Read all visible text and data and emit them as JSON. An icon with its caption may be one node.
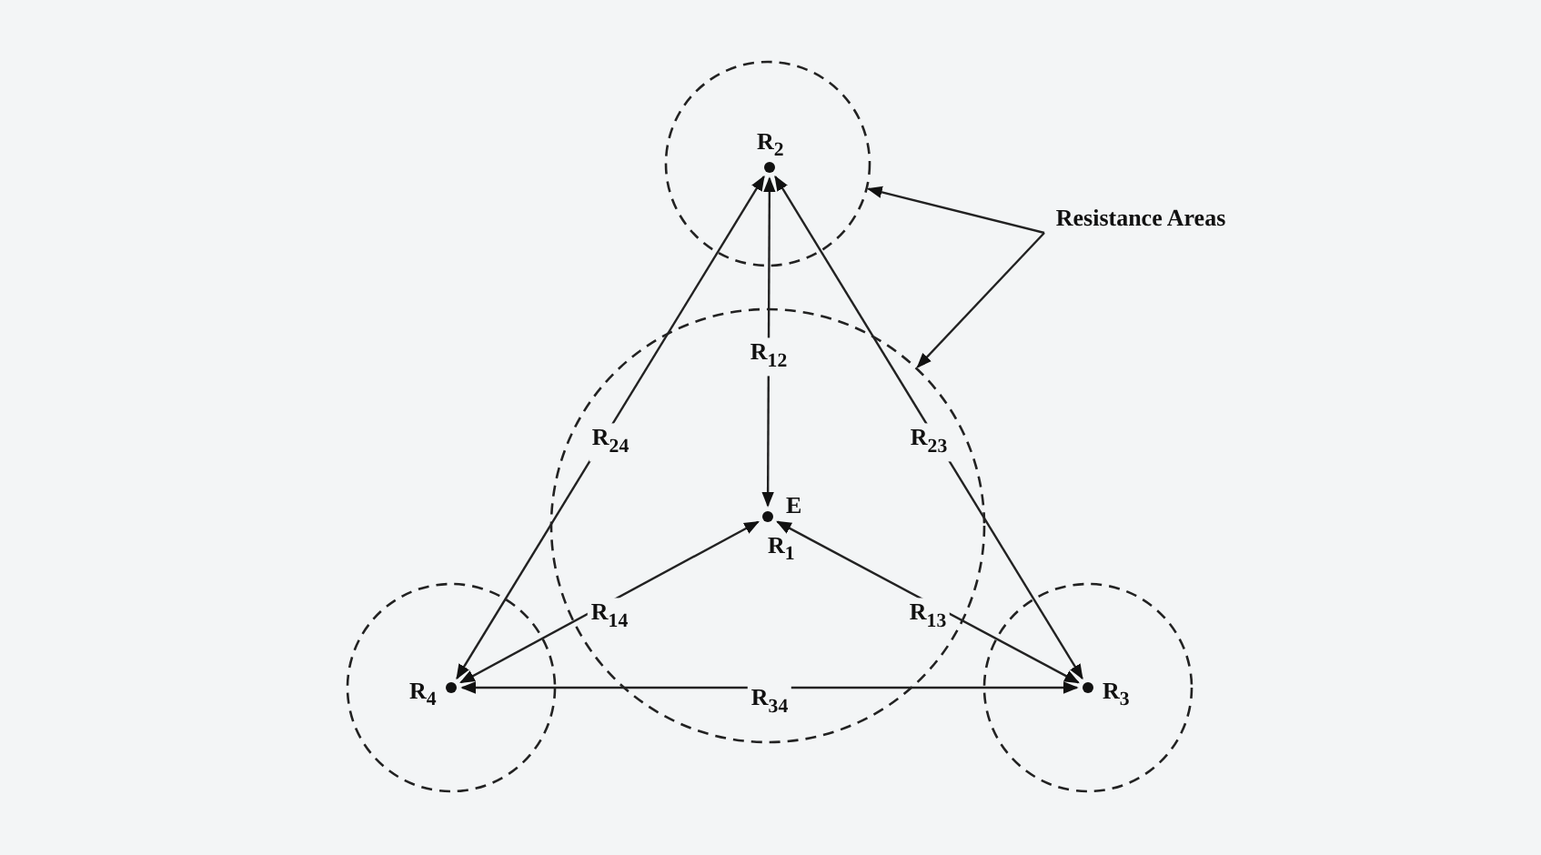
{
  "diagram": {
    "nodes": [
      {
        "text": [
          "Resistance Areas"
        ]
      },
      {
        "text": [],
        "shape": "circle"
      },
      {
        "text": [
          "R$_{2}$"
        ],
        "in": 1
      },
      {
        "text": [],
        "shape": "circle"
      },
      {
        "text": [
          "E",
          "R$_{1}$"
        ],
        "in": 3
      },
      {
        "text": [],
        "shape": "circle"
      },
      {
        "text": [
          "R$_{4}$"
        ],
        "in": 5
      },
      {
        "text": [],
        "shape": "circle"
      },
      {
        "text": [
          "R$_{3}$"
        ],
        "in": 7
      }
    ],
    "edges": [
      {
        "from": 0,
        "to": 1,
        "arrow": "to"
      },
      {
        "from": 0,
        "to": 3,
        "arrow": "to"
      },
      {
        "from": 4,
        "to": 2,
        "arrow": "both",
        "label": "R$_{12}$"
      },
      {
        "from": 2,
        "to": 6,
        "arrow": "both",
        "label": "R$_{24}$"
      },
      {
        "from": 2,
        "to": 8,
        "arrow": "both",
        "label": "R$_{23}$"
      },
      {
        "from": 4,
        "to": 6,
        "arrow": "both",
        "label": "R$_{14}$"
      },
      {
        "from": 4,
        "to": 8,
        "arrow": "both",
        "label": "R$_{13}$"
      },
      {
        "from": 6,
        "to": 8,
        "arrow": "both",
        "label": "R$_{34}$"
      }
    ]
  }
}
